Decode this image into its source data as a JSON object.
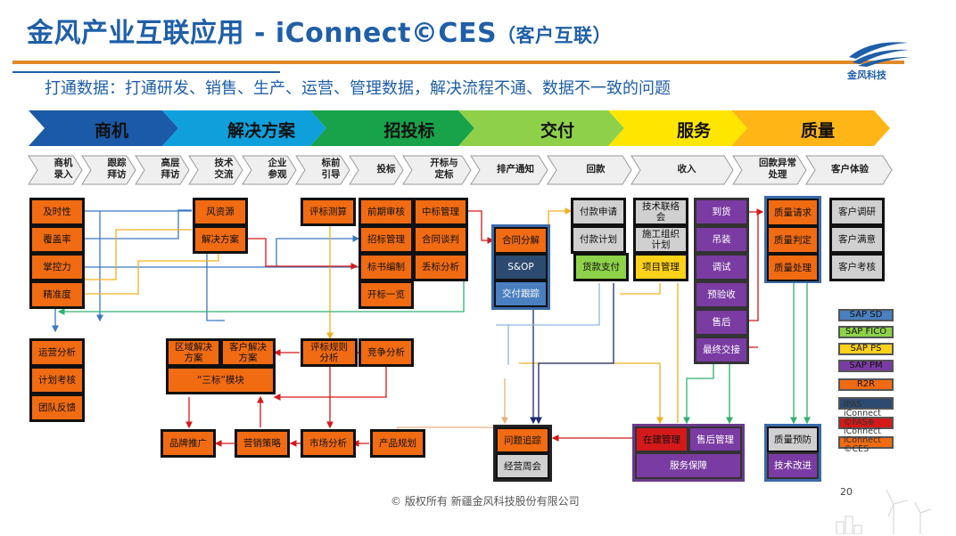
{
  "header": {
    "title": "金风产业互联应用 - iConnect©CES",
    "title_suffix": "（客户互联）",
    "subtitle": "打通数据：打通研发、销售、生产、运营、管理数据，解决流程不通、数据不一致的问题",
    "logo_text": "金风科技"
  },
  "stages": [
    {
      "label": "商机",
      "color": "#1b5aa8"
    },
    {
      "label": "解决方案",
      "color": "#0fa0dc"
    },
    {
      "label": "招投标",
      "color": "#18a24a"
    },
    {
      "label": "交付",
      "color": "#8fd04a"
    },
    {
      "label": "服务",
      "color": "#ffe600"
    },
    {
      "label": "质量",
      "color": "#ffb516"
    }
  ],
  "steps": [
    "商机\n录入",
    "跟踪\n拜访",
    "高层\n拜访",
    "技术\n交流",
    "企业\n参观",
    "标前\n引导",
    "投标",
    "开标与\n定标",
    "排产通知",
    "回款",
    "收入",
    "回款异常\n处理",
    "客户体验"
  ],
  "boxes": {
    "jishixing": "及时性",
    "fugailu": "覆盖率",
    "zhangkongli": "掌控力",
    "jingzhundu": "精准度",
    "fengziyuan": "风资源",
    "jiejuefangan": "解决方案",
    "pingbiaocesuan": "评标测算",
    "qianqishenhe": "前期审核",
    "zhaobiaoguanli": "招标管理",
    "biaoshubianzhi": "标书编制",
    "kaibiaoyilan": "开标一览",
    "zhongbiaoguanli": "中标管理",
    "hetongtanpan": "合同谈判",
    "diubiaofenxi": "丢标分析",
    "hetongfenjie": "合同分解",
    "sop": "S&OP",
    "jiaofugenzong": "交付跟踪",
    "fukuanshenqing": "付款申请",
    "fukuanjihua": "付款计划",
    "huokuanzhifu": "货款支付",
    "jishulianluohui": "技术联络\n会",
    "shigongzuzhi": "施工组织\n计划",
    "xiangmuguanli": "项目管理",
    "daohuo": "到货",
    "diaozhuang": "吊装",
    "tiaoshi": "调试",
    "yuyanshou": "预验收",
    "shouhou": "售后",
    "zuizhongjiaojie": "最终交接",
    "zhiliangqingqiu": "质量请求",
    "zhiliangpanding": "质量判定",
    "zhiliangchuli": "质量处理",
    "kehudiaoyan": "客户调研",
    "kehumanyi": "客户满意",
    "kehukaohe": "客户考核",
    "yunyingfenxi": "运营分析",
    "jihuakaohe": "计划考核",
    "tuanduifankui": "团队反馈",
    "quyujiejue": "区域解决\n方案",
    "kehujiejue": "客户解决\n方案",
    "sanbiao": "“三标”模块",
    "pingbiaoguize": "评标规则\n分析",
    "jingzhengfenxi": "竞争分析",
    "pinpaituiguang": "品牌推广",
    "yingxiaocelue": "营销策略",
    "shichangfenxi": "市场分析",
    "chanpinguihua": "产品规划",
    "wentizhuisu": "问题追踪",
    "jingyingzhouhui": "经营周会",
    "zaijianguanli": "在建管理",
    "shouhouguanli": "售后管理",
    "fuwubaozhang": "服务保障",
    "zhiliangyufang": "质量预防",
    "jishugaijin": "技术改进"
  },
  "legend": [
    {
      "label": "SAP SD",
      "color": "#4a7fc0"
    },
    {
      "label": "SAP FICO",
      "color": "#8ed24a"
    },
    {
      "label": "SAP PS",
      "color": "#ffd21a"
    },
    {
      "label": "SAP PM",
      "color": "#7a3ba2"
    },
    {
      "label": "R2R",
      "color": "#f16b12"
    }
  ],
  "legend_stack": "IPAS\niConnect\n©FAS⊕\niConnect\niConnect\n©CES",
  "footer": "© 版权所有  新疆金风科技股份有限公司",
  "page_number": "20"
}
